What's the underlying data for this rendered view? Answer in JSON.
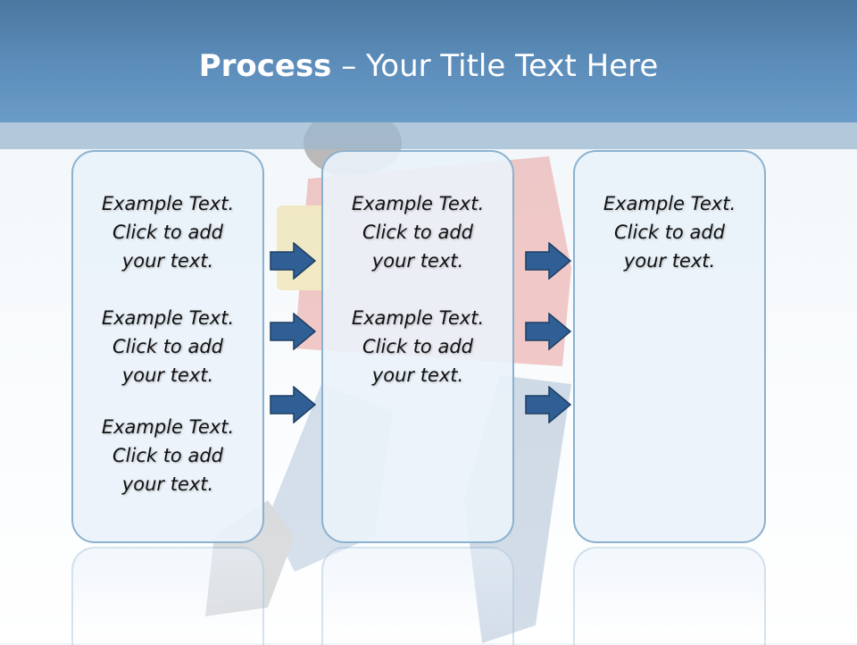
{
  "slide": {
    "title_bold": "Process",
    "title_rest": " – Your Title Text Here"
  },
  "columns": [
    {
      "items": [
        {
          "line1": "Example Text.",
          "line2": "Click  to add",
          "line3": "your text."
        },
        {
          "line1": "Example Text.",
          "line2": "Click  to add",
          "line3": "your text."
        },
        {
          "line1": "Example Text.",
          "line2": "Click  to add",
          "line3": "your text."
        }
      ]
    },
    {
      "items": [
        {
          "line1": "Example Text.",
          "line2": "Click  to add",
          "line3": "your text."
        },
        {
          "line1": "Example Text.",
          "line2": "Click  to add",
          "line3": "your text."
        }
      ]
    },
    {
      "items": [
        {
          "line1": "Example Text.",
          "line2": "Click  to add",
          "line3": "your text."
        }
      ]
    }
  ],
  "colors": {
    "header": "#5d8ebb",
    "box_border": "#8cb1cf",
    "arrow_fill": "#2f5f94",
    "arrow_stroke": "#1e3e63"
  },
  "icons": {
    "arrow": "right-arrow-icon"
  }
}
